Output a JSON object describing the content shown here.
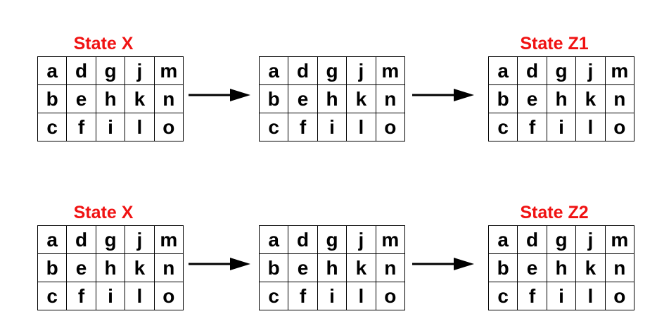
{
  "page": {
    "background": "#ffffff"
  },
  "colors": {
    "label_red": "#f01212",
    "ink": "#000000",
    "cell_bg": "#ffffff"
  },
  "flow_rows": [
    {
      "name": "top",
      "states": [
        {
          "label": "State X",
          "grid": [
            [
              "a",
              "d",
              "g",
              "j",
              "m"
            ],
            [
              "b",
              "e",
              "h",
              "k",
              "n"
            ],
            [
              "c",
              "f",
              "i",
              "l",
              "o"
            ]
          ]
        },
        {
          "label": "",
          "grid": [
            [
              "a",
              "d",
              "g",
              "j",
              "m"
            ],
            [
              "b",
              "e",
              "h",
              "k",
              "n"
            ],
            [
              "c",
              "f",
              "i",
              "l",
              "o"
            ]
          ]
        },
        {
          "label": "State Z1",
          "grid": [
            [
              "a",
              "d",
              "g",
              "j",
              "m"
            ],
            [
              "b",
              "e",
              "h",
              "k",
              "n"
            ],
            [
              "c",
              "f",
              "i",
              "l",
              "o"
            ]
          ]
        }
      ],
      "arrows": [
        {
          "type": "right-arrow"
        },
        {
          "type": "right-arrow"
        }
      ]
    },
    {
      "name": "bottom",
      "states": [
        {
          "label": "State X",
          "grid": [
            [
              "a",
              "d",
              "g",
              "j",
              "m"
            ],
            [
              "b",
              "e",
              "h",
              "k",
              "n"
            ],
            [
              "c",
              "f",
              "i",
              "l",
              "o"
            ]
          ]
        },
        {
          "label": "",
          "grid": [
            [
              "a",
              "d",
              "g",
              "j",
              "m"
            ],
            [
              "b",
              "e",
              "h",
              "k",
              "n"
            ],
            [
              "c",
              "f",
              "i",
              "l",
              "o"
            ]
          ]
        },
        {
          "label": "State Z2",
          "grid": [
            [
              "a",
              "d",
              "g",
              "j",
              "m"
            ],
            [
              "b",
              "e",
              "h",
              "k",
              "n"
            ],
            [
              "c",
              "f",
              "i",
              "l",
              "o"
            ]
          ]
        }
      ],
      "arrows": [
        {
          "type": "right-arrow"
        },
        {
          "type": "right-arrow"
        }
      ]
    }
  ]
}
